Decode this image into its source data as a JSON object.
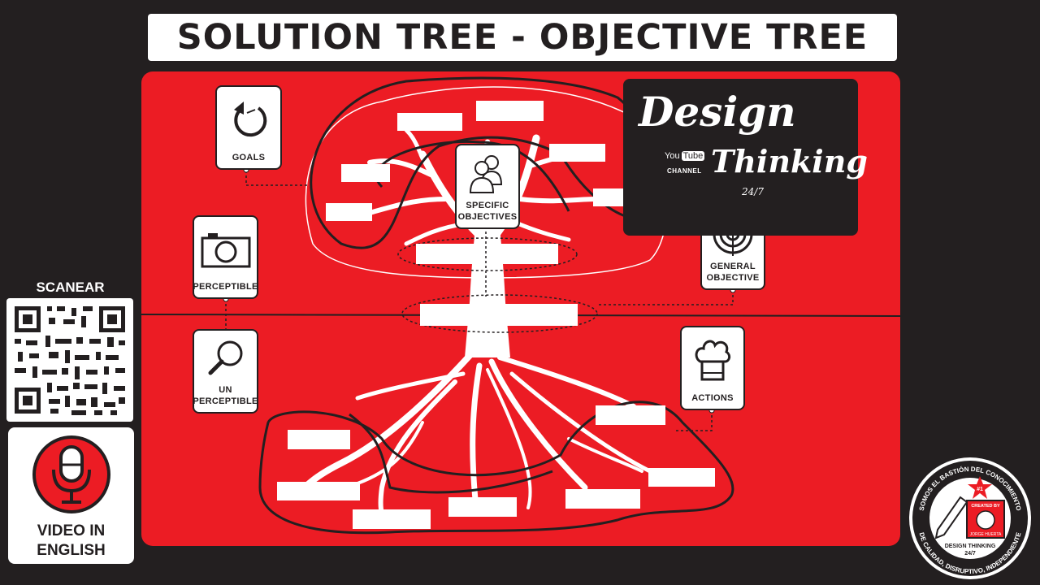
{
  "title": "SOLUTION TREE - OBJECTIVE TREE",
  "cards": {
    "goals": "GOALS",
    "specific": "SPECIFIC\nOBJECTIVES",
    "general": "GENERAL\nOBJECTIVE",
    "perceptible": "PERCEPTIBLE",
    "unperceptible": "UN\nPERCEPTIBLE",
    "actions": "ACTIONS"
  },
  "logo": {
    "word1": "Design",
    "word2": "Thinking",
    "tag": "24/7",
    "yt_you": "You",
    "yt_tube": "Tube",
    "yt_channel": "CHANNEL"
  },
  "sidebar": {
    "scan": "SCANEAR",
    "video": "VIDEO IN\nENGLISH"
  },
  "badge": {
    "top_arc": "SOMOS EL BASTIÓN DEL CONOCIMIENTO",
    "bottom_arc": "DE CALIDAD, DISRUPTIVO, INDEPENDIENTE",
    "created_by": "CREATED BY",
    "name": "JORGE HUERTA",
    "brand1": "DESIGN THINKING",
    "brand2": "24/7",
    "rank": "#1"
  },
  "colors": {
    "board": "#ec1c24",
    "dark": "#231f20",
    "light": "#ffffff"
  }
}
